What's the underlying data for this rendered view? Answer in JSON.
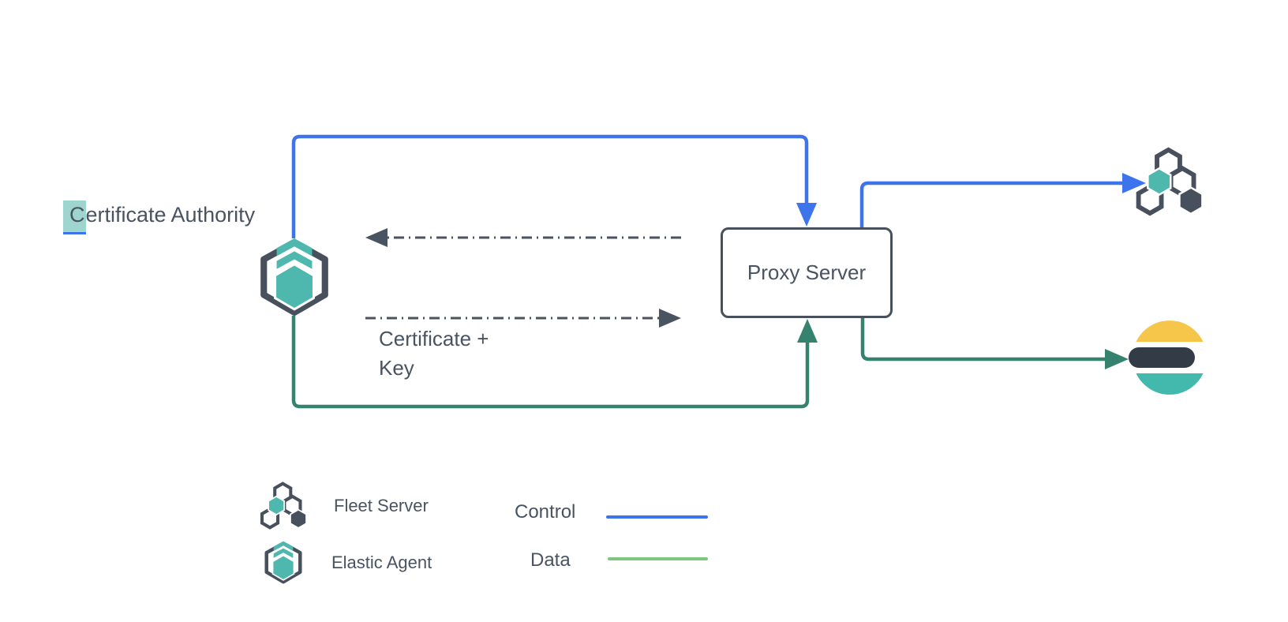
{
  "diagram": {
    "nodes": {
      "certificate_authority": {
        "highlighted_text": "C",
        "rest_text": "ertificate Authority",
        "full_label": "Certificate Authority"
      },
      "elastic_agent": {
        "icon": "elastic-agent-icon"
      },
      "proxy_server": {
        "label": "Proxy Server"
      },
      "fleet_server": {
        "icon": "fleet-server-icon"
      },
      "elasticsearch": {
        "icon": "elasticsearch-icon"
      }
    },
    "annotations": {
      "certificate_key": {
        "label": "Certificate + Key"
      }
    },
    "legend": {
      "items": [
        {
          "icon": "fleet-server-icon",
          "label": "Fleet Server"
        },
        {
          "icon": "elastic-agent-icon",
          "label": "Elastic Agent"
        }
      ],
      "lines": [
        {
          "label": "Control",
          "color": "#3d74ec"
        },
        {
          "label": "Data",
          "color": "#7cc67e"
        }
      ]
    },
    "colors": {
      "control_line": "#3d74ec",
      "data_line": "#35836f",
      "legend_data_line": "#7cc67e",
      "dashed_line": "#4a5360",
      "icon_teal": "#4eb8ae",
      "icon_slate": "#47505c",
      "text": "#4a5361",
      "selection_highlight": "#9ed6cf",
      "elasticsearch_yellow": "#f5c64a",
      "elasticsearch_dark": "#333b47",
      "elasticsearch_teal": "#43b8ac",
      "background": "#ffffff"
    }
  }
}
